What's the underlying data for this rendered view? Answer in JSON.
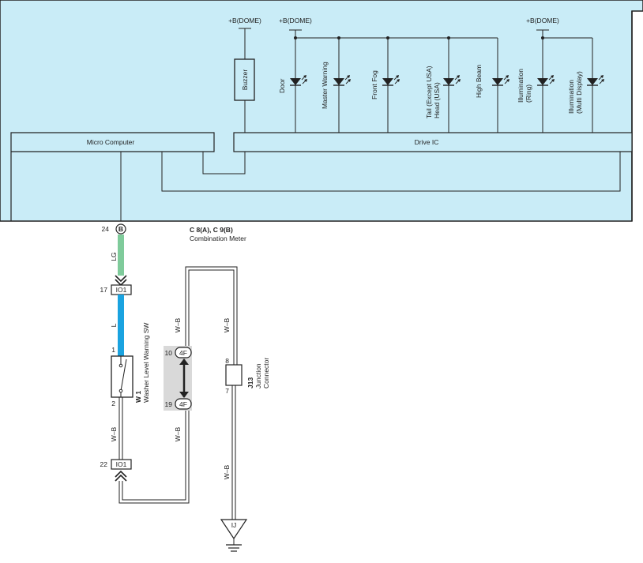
{
  "meter": {
    "connector_code": "C 8(A), C 9(B)",
    "name": "Combination Meter",
    "micro_computer": "Micro Computer",
    "drive_ic": "Drive IC",
    "buzzer": "Buzzer",
    "power_labels": [
      "+B(DOME)",
      "+B(DOME)",
      "+B(DOME)"
    ],
    "lamps": [
      "Door",
      "Master Warning",
      "Front Fog",
      "Tail (Except USA)",
      "Head (USA)",
      "High Beam",
      "Illumination",
      "(Ring)",
      "Illumination",
      "(Multi Display)"
    ],
    "pin": "24",
    "pin_connector": "B"
  },
  "wires": {
    "lg": "LG",
    "l": "L",
    "wb": "W–B"
  },
  "connectors": {
    "io1": "IO1",
    "io1_pin_top": "17",
    "io1_pin_bottom": "22",
    "f4": "4F",
    "f4_pin_top": "10",
    "f4_pin_bottom": "19",
    "j13_pin_top": "8",
    "j13_pin_bottom": "7",
    "j13_code": "J13",
    "j13_name": [
      "Junction",
      "Connector"
    ],
    "ground": "IJ"
  },
  "switch": {
    "code": "W 1",
    "name": "Washer Level Warning SW",
    "pin_top": "1",
    "pin_bottom": "2"
  },
  "colors": {
    "panel": "#c9ecf7",
    "lg_wire": "#7fcb9b",
    "l_wire": "#1aa3e0",
    "connector_box": "#d9d9d9"
  }
}
